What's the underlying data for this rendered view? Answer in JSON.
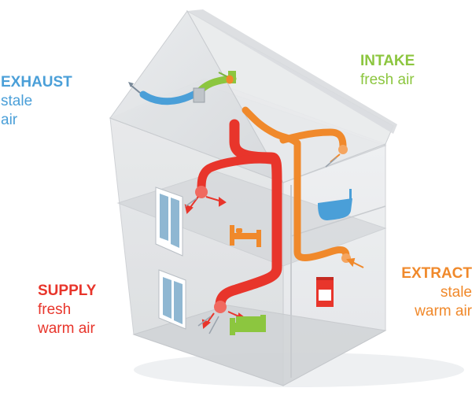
{
  "labels": {
    "exhaust": {
      "title": "EXHAUST",
      "line1": "stale",
      "line2": "air",
      "color": "#4a9fd8"
    },
    "intake": {
      "title": "INTAKE",
      "line1": "fresh air",
      "color": "#8cc63f"
    },
    "supply": {
      "title": "SUPPLY",
      "line1": "fresh",
      "line2": "warm air",
      "color": "#e8352b"
    },
    "extract": {
      "title": "EXTRACT",
      "line1": "stale",
      "line2": "warm air",
      "color": "#f0892b"
    }
  },
  "colors": {
    "wall": "#dfe1e3",
    "floor": "#cfd2d5",
    "supply_duct": "#e8352b",
    "extract_duct": "#f0892b",
    "exhaust_duct": "#4a9fd8",
    "intake_duct": "#8cc63f",
    "window": "#8fb7d2"
  },
  "icons": [
    "bed-icon",
    "bathtub-icon",
    "stove-icon",
    "sofa-icon",
    "heat-recovery-unit-icon"
  ]
}
